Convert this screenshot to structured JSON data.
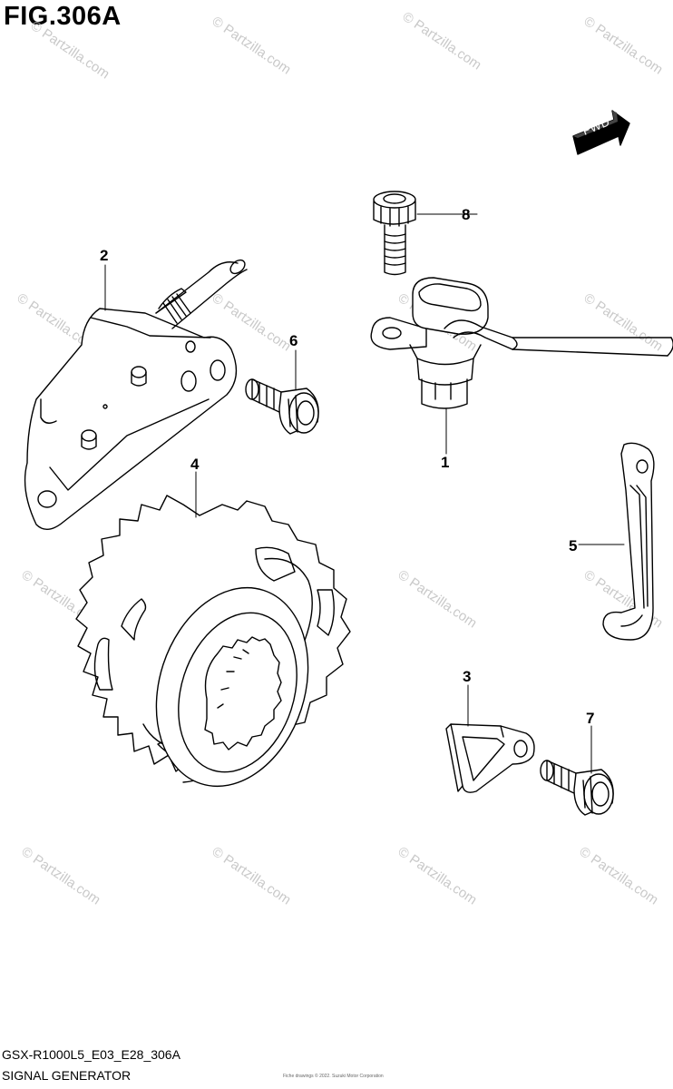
{
  "figure": {
    "title": "FIG.306A",
    "model_code": "GSX-R1000L5_E03_E28_306A",
    "caption": "SIGNAL GENERATOR",
    "fine_print": "Fiche drawings © 2022. Suzuki Motor Corporation"
  },
  "direction_marker": {
    "label": "FWD"
  },
  "callouts": [
    {
      "number": "1",
      "part": "signal-generator-sensor"
    },
    {
      "number": "2",
      "part": "wired-sensor-bracket"
    },
    {
      "number": "3",
      "part": "small-bracket"
    },
    {
      "number": "4",
      "part": "sprocket-rotor"
    },
    {
      "number": "5",
      "part": "wire-clamp"
    },
    {
      "number": "6",
      "part": "bolt"
    },
    {
      "number": "7",
      "part": "bolt"
    },
    {
      "number": "8",
      "part": "bolt"
    }
  ],
  "watermark": {
    "text": "© Partzilla.com"
  },
  "colors": {
    "line": "#000000",
    "watermark": "#c9c9c9",
    "background": "#ffffff"
  }
}
